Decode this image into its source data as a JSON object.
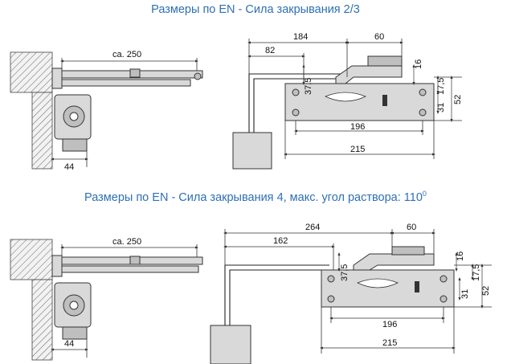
{
  "titles": {
    "top": "Размеры по EN - Сила закрывания 2/3",
    "bottom_main": "Размеры по EN - Сила закрывания 4, макс. угол раствора: 110",
    "bottom_sup": "0"
  },
  "top": {
    "left": {
      "arm": "ca. 250",
      "depth": "44"
    },
    "right": {
      "d184": "184",
      "d60": "60",
      "d82": "82",
      "d37_5": "37,5",
      "d16": "16",
      "d17_5": "17,5",
      "d31": "31",
      "d52": "52",
      "d196": "196",
      "d215": "215"
    }
  },
  "bottom": {
    "left": {
      "arm": "ca. 250",
      "depth": "44"
    },
    "right": {
      "d264": "264",
      "d60": "60",
      "d162": "162",
      "d37_5": "37,5",
      "d16": "16",
      "d17_5": "17,5",
      "d31": "31",
      "d52": "52",
      "d196": "196",
      "d215": "215"
    }
  }
}
